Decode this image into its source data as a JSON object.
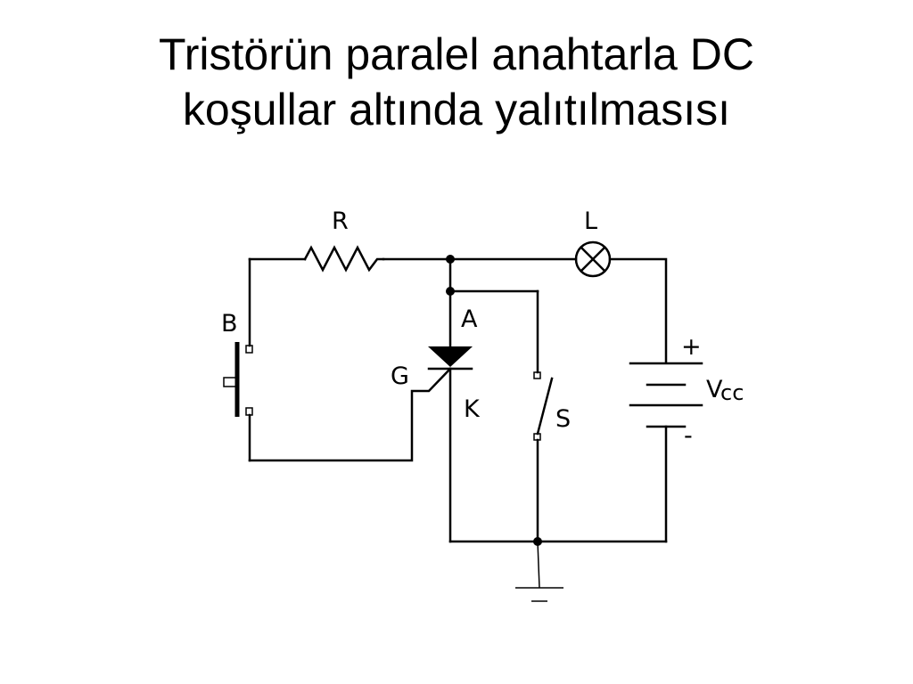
{
  "title": {
    "line1": "Tristörün paralel anahtarla DC",
    "line2": "koşullar altında yalıtılmasısı"
  },
  "diagram": {
    "labels": {
      "resistor": "R",
      "lamp": "L",
      "button": "B",
      "anode": "A",
      "gate": "G",
      "cathode": "K",
      "switch": "S",
      "supply_main": "V",
      "supply_sub": "cc",
      "plus": "+",
      "minus": "-"
    }
  }
}
